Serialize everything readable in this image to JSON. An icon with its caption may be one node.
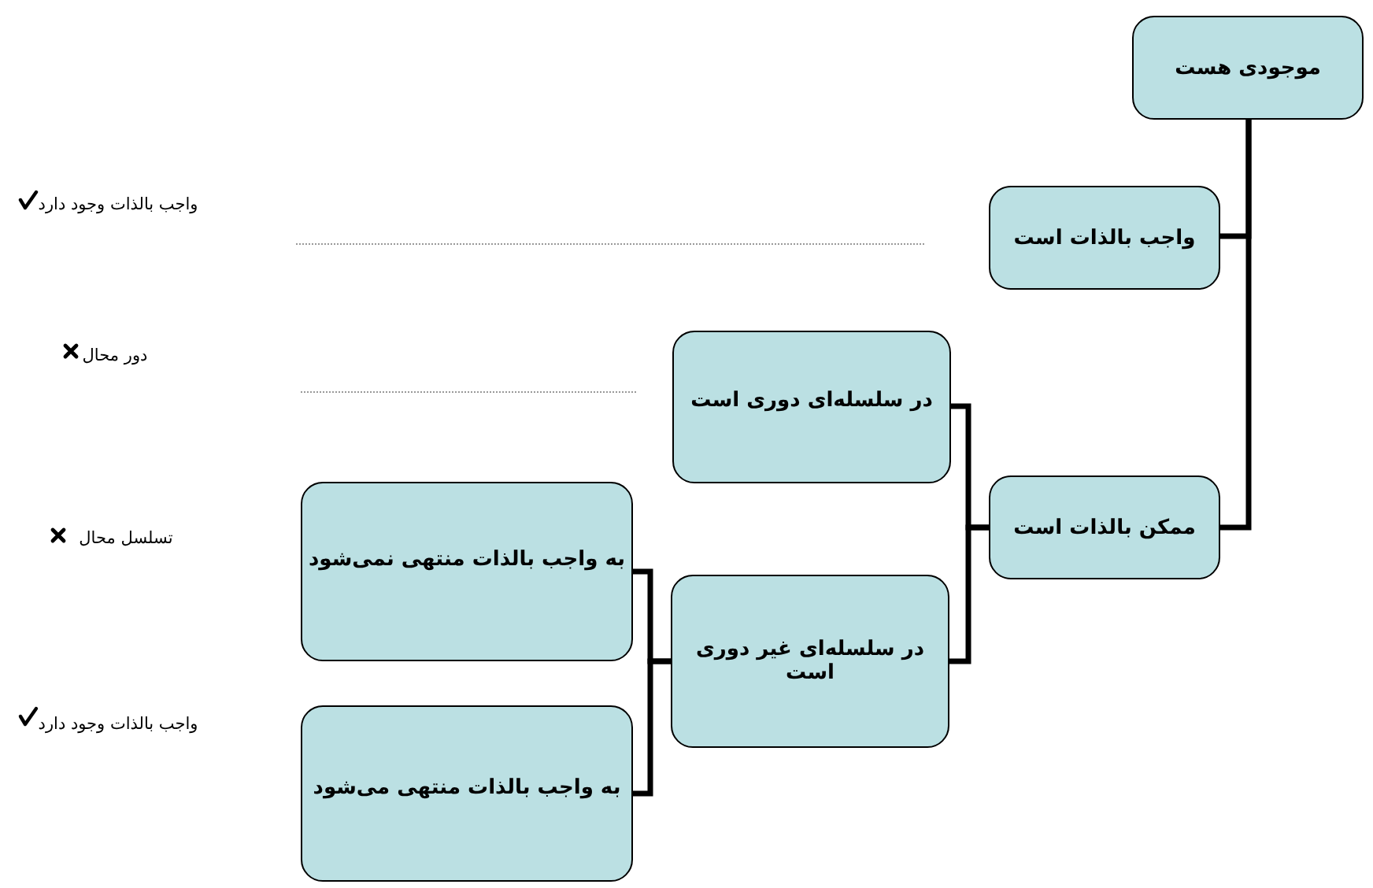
{
  "diagram": {
    "nodes": [
      {
        "text": [
          "موجودی هست"
        ]
      },
      {
        "text": [
          "واجب بالذات است"
        ]
      },
      {
        "text": [
          "ممکن بالذات است"
        ]
      },
      {
        "text": [
          "در سلسله‌ای دوری است"
        ]
      },
      {
        "text": [
          "در سلسله‌ای غیر دوری است"
        ]
      },
      {
        "text": [
          "به واجب بالذات منتهی نمی‌شود"
        ]
      },
      {
        "text": [
          "به واجب بالذات منتهی می‌شود"
        ]
      }
    ],
    "edges": [
      {
        "from": 0,
        "to": 1,
        "arrow": "none"
      },
      {
        "from": 0,
        "to": 2,
        "arrow": "none"
      },
      {
        "from": 2,
        "to": 3,
        "arrow": "none"
      },
      {
        "from": 2,
        "to": 4,
        "arrow": "none"
      },
      {
        "from": 4,
        "to": 5,
        "arrow": "none"
      },
      {
        "from": 4,
        "to": 6,
        "arrow": "none"
      }
    ],
    "labels": [
      "واجب بالذات وجود دارد",
      "دور محال",
      "تسلسل محال",
      "واجب بالذات وجود دارد"
    ]
  }
}
